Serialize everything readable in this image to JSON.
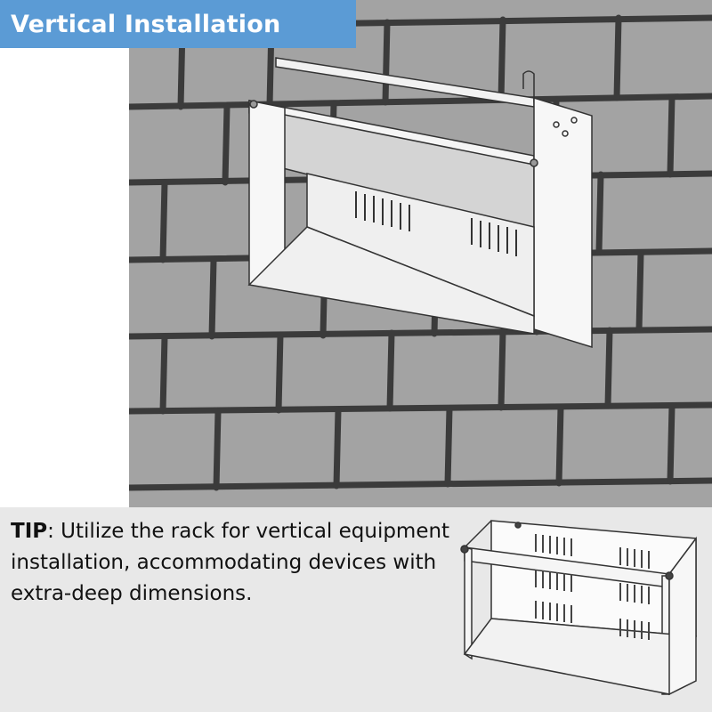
{
  "title": "Vertical Installation",
  "tip": {
    "label": "TIP",
    "text": ": Utilize the rack for vertical equipment installation, accommodating devices with extra-deep dimensions."
  },
  "colors": {
    "banner": "#5b9bd5",
    "banner_text": "#ffffff",
    "wall": "#9d9d9d",
    "mortar": "#3b3b3b",
    "tip_panel": "#e8e8e8",
    "rack_outline": "#333333"
  },
  "icons": [
    "brick-wall-illustration",
    "wall-mounted-rack-illustration",
    "rack-product-illustration"
  ]
}
